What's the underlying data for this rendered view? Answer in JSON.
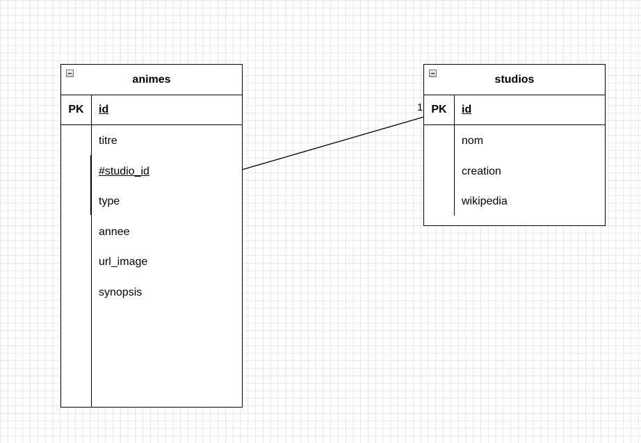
{
  "tables": {
    "animes": {
      "title": "animes",
      "pk_label": "PK",
      "pk_field": "id",
      "fields": [
        "titre",
        "#studio_id",
        "type",
        "annee",
        "url_image",
        "synopsis"
      ]
    },
    "studios": {
      "title": "studios",
      "pk_label": "PK",
      "pk_field": "id",
      "fields": [
        "nom",
        "creation",
        "wikipedia"
      ]
    }
  },
  "relation": {
    "cardinality": "1"
  }
}
